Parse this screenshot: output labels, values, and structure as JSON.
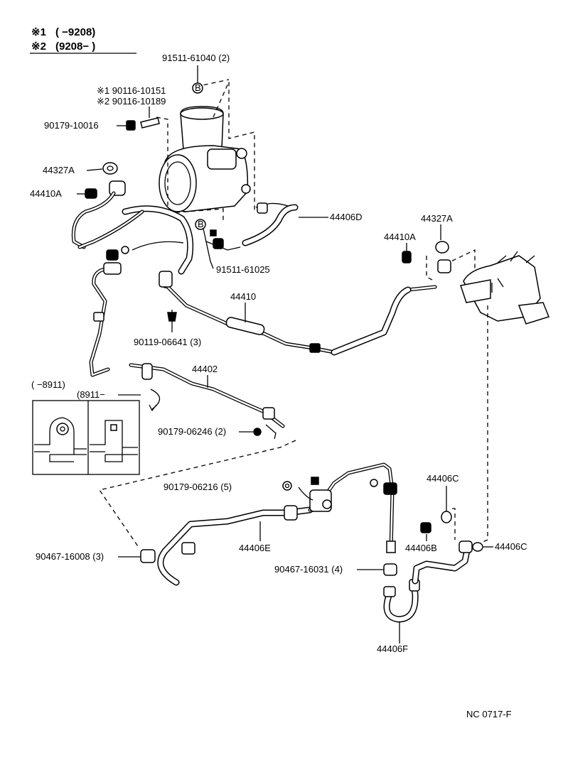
{
  "header": {
    "line1_mark": "※1",
    "line1_range": "(      −9208)",
    "line2_mark": "※2",
    "line2_range": "(9208−       )"
  },
  "callouts": {
    "p91511_61040": "91511-61040 (2)",
    "p90116_10151": "※1 90116-10151",
    "p90116_10189": "※2 90116-10189",
    "p90179_10016": "90179-10016",
    "p44327A_left": "44327A",
    "p44410A_left": "44410A",
    "p44406D": "44406D",
    "p44327A_right": "44327A",
    "p44410A_right": "44410A",
    "p91511_61025": "91511-61025",
    "p44410": "44410",
    "p90119_06641": "90119-06641 (3)",
    "p44402": "44402",
    "inset_range_left": "(      −8911)",
    "inset_range_right": "(8911−",
    "p90179_06246": "90179-06246 (2)",
    "p90179_06216": "90179-06216 (5)",
    "p44406C_top": "44406C",
    "p90467_16008": "90467-16008 (3)",
    "p44406E": "44406E",
    "p44406B": "44406B",
    "p44406C_right": "44406C",
    "p90467_16031": "90467-16031 (4)",
    "p44406F": "44406F",
    "bolt_mark": "B"
  },
  "footer": {
    "diagram_code": "NC  0717-F"
  }
}
